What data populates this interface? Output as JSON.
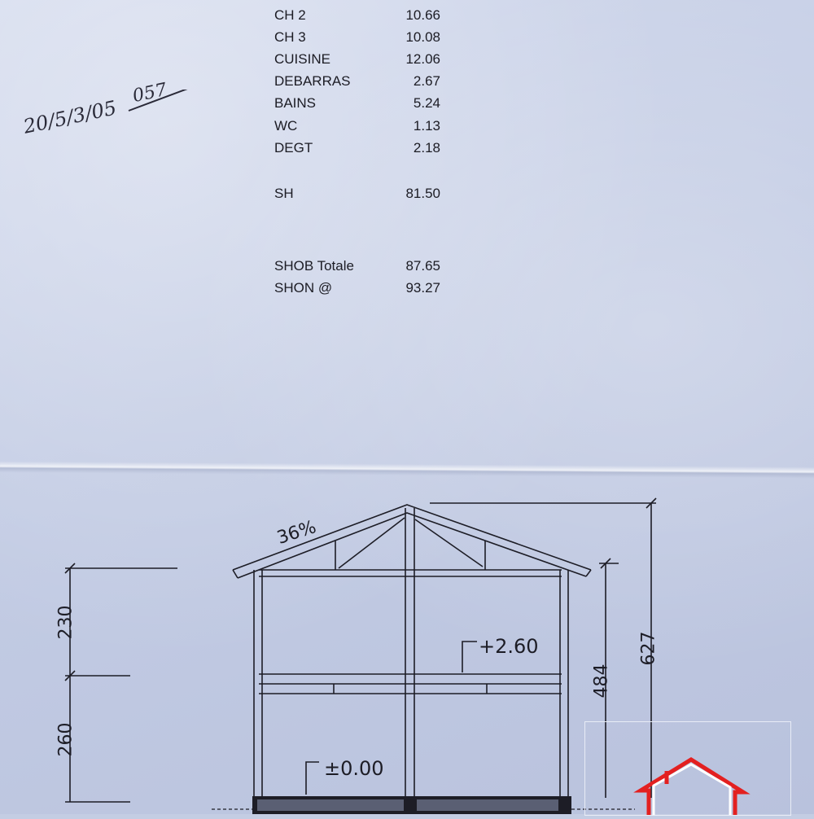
{
  "surface_table": [
    {
      "label": "CH 2",
      "value": "10.66"
    },
    {
      "label": "CH 3",
      "value": "10.08"
    },
    {
      "label": "CUISINE",
      "value": "12.06"
    },
    {
      "label": "DEBARRAS",
      "value": "2.67"
    },
    {
      "label": "BAINS",
      "value": "5.24"
    },
    {
      "label": "WC",
      "value": "1.13"
    },
    {
      "label": "DEGT",
      "value": "2.18"
    },
    {
      "label": "SH",
      "value": "81.50"
    },
    {
      "label": "SHOB Totale",
      "value": "87.65"
    },
    {
      "label": "SHON @",
      "value": "93.27"
    }
  ],
  "handwritten_note": {
    "line": "20/5/3/05",
    "upper": "057"
  },
  "section_drawing": {
    "roof_slope": "36%",
    "level_upper": "+2.60",
    "level_ground": "±0.00",
    "dim_left_upper": "230",
    "dim_left_lower": "260",
    "dim_right_inner": "484",
    "dim_right_outer": "627"
  },
  "colors": {
    "paper": "#c4cde3",
    "ink": "#1c1c24",
    "logo": "#e32020"
  }
}
